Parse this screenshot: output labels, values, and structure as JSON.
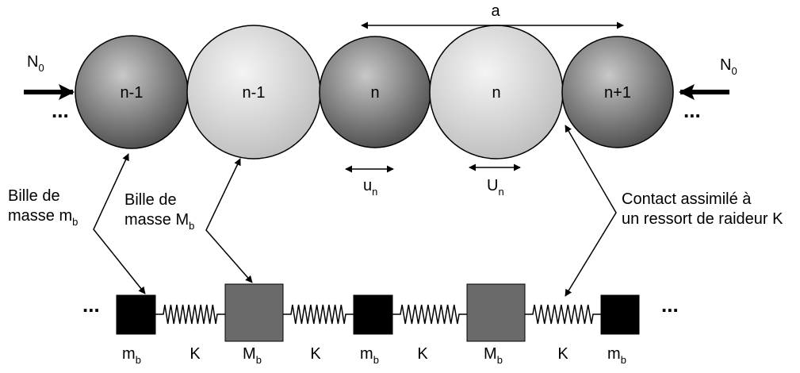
{
  "forces": {
    "left": {
      "label": "N",
      "sub": "0"
    },
    "right": {
      "label": "N",
      "sub": "0"
    }
  },
  "ellipsis": "...",
  "spacing_label": "a",
  "beads": [
    {
      "label": "n-1",
      "kind": "small"
    },
    {
      "label": "n-1",
      "kind": "large"
    },
    {
      "label": "n",
      "kind": "small"
    },
    {
      "label": "n",
      "kind": "large"
    },
    {
      "label": "n+1",
      "kind": "small"
    }
  ],
  "displacements": [
    {
      "label": "u",
      "sub": "n"
    },
    {
      "label": "U",
      "sub": "n"
    }
  ],
  "annotations": {
    "small_bead": {
      "line1": "Bille de",
      "line2": "masse m",
      "sub": "b"
    },
    "large_bead": {
      "line1": "Bille de",
      "line2": "masse M",
      "sub": "b"
    },
    "contact": {
      "line1": "Contact assimilé à",
      "line2": "un ressort de raideur K"
    }
  },
  "chain": {
    "masses": [
      {
        "label": "m",
        "sub": "b",
        "kind": "small"
      },
      {
        "label": "M",
        "sub": "b",
        "kind": "large"
      },
      {
        "label": "m",
        "sub": "b",
        "kind": "small"
      },
      {
        "label": "M",
        "sub": "b",
        "kind": "large"
      },
      {
        "label": "m",
        "sub": "b",
        "kind": "small"
      }
    ],
    "springs": [
      {
        "label": "K"
      },
      {
        "label": "K"
      },
      {
        "label": "K"
      },
      {
        "label": "K"
      }
    ]
  },
  "colors": {
    "small_bead_light": "#c8c8c8",
    "small_bead_dark": "#4a4a4a",
    "large_bead_light": "#f4f4f4",
    "large_bead_dark": "#bdbdbd",
    "small_mass": "#000000",
    "large_mass": "#6a6a6a"
  }
}
